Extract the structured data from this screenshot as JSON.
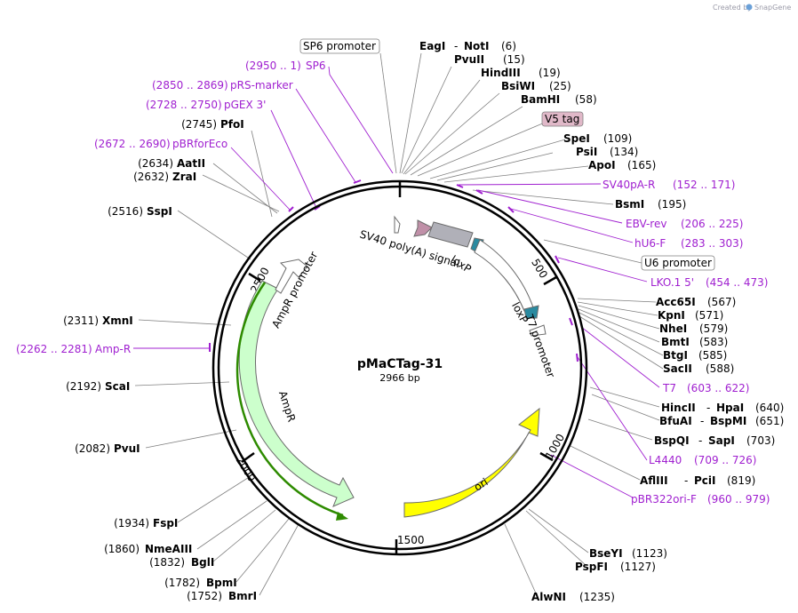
{
  "credit": "Created by",
  "brand": "SnapGene",
  "plasmid": {
    "name": "pMaCTag-31",
    "length_label": "2966 bp"
  },
  "tick_labels": [
    "500",
    "1000",
    "1500",
    "2000",
    "2500"
  ],
  "colors": {
    "primer": "#a020d0",
    "ampr": "#ccffcc",
    "ori": "#ffff00",
    "loxp": "#2a8aa0",
    "sv40": "#c090a8",
    "orf_line": "#2e8b00"
  },
  "features": {
    "sv40_polya": "SV40 poly(A) signal",
    "loxp_1": "loxP",
    "loxp_2": "loxP",
    "t7_promoter": "T7 promoter",
    "ampr_promoter": "AmpR promoter",
    "ampr": "AmpR",
    "ori": "ori"
  },
  "boxed": {
    "sp6_promoter": "SP6 promoter",
    "v5_tag": "V5 tag",
    "u6_promoter": "U6 promoter"
  },
  "right_sites": [
    {
      "name": "EagI",
      "name2": "NotI",
      "pos": "(6)"
    },
    {
      "name": "PvuII",
      "pos": "(15)"
    },
    {
      "name": "HindIII",
      "pos": "(19)"
    },
    {
      "name": "BsiWI",
      "pos": "(25)"
    },
    {
      "name": "BamHI",
      "pos": "(58)"
    },
    {
      "name": "SpeI",
      "pos": "(109)"
    },
    {
      "name": "PsiI",
      "pos": "(134)"
    },
    {
      "name": "ApoI",
      "pos": "(165)"
    },
    {
      "name": "BsmI",
      "pos": "(195)"
    },
    {
      "name": "Acc65I",
      "pos": "(567)"
    },
    {
      "name": "KpnI",
      "pos": "(571)"
    },
    {
      "name": "NheI",
      "pos": "(579)"
    },
    {
      "name": "BmtI",
      "pos": "(583)"
    },
    {
      "name": "BtgI",
      "pos": "(585)"
    },
    {
      "name": "SacII",
      "pos": "(588)"
    },
    {
      "name": "HincII",
      "name2": "HpaI",
      "pos": "(640)"
    },
    {
      "name": "BfuAI",
      "name2": "BspMI",
      "pos": "(651)"
    },
    {
      "name": "BspQI",
      "name2": "SapI",
      "pos": "(703)"
    },
    {
      "name": "AflIII",
      "name2": "PciI",
      "pos": "(819)"
    },
    {
      "name": "BseYI",
      "pos": "(1123)"
    },
    {
      "name": "PspFI",
      "pos": "(1127)"
    },
    {
      "name": "AlwNI",
      "pos": "(1235)"
    }
  ],
  "right_primers": [
    {
      "name": "SV40pA-R",
      "range": "(152 .. 171)"
    },
    {
      "name": "EBV-rev",
      "range": "(206 .. 225)"
    },
    {
      "name": "hU6-F",
      "range": "(283 .. 303)"
    },
    {
      "name": "LKO.1 5'",
      "range": "(454 .. 473)"
    },
    {
      "name": "T7",
      "range": "(603 .. 622)"
    },
    {
      "name": "L4440",
      "range": "(709 .. 726)"
    },
    {
      "name": "pBR322ori-F",
      "range": "(960 .. 979)"
    }
  ],
  "left_sites": [
    {
      "name": "PfoI",
      "pos": "(2745)"
    },
    {
      "name": "AatII",
      "pos": "(2634)"
    },
    {
      "name": "ZraI",
      "pos": "(2632)"
    },
    {
      "name": "SspI",
      "pos": "(2516)"
    },
    {
      "name": "XmnI",
      "pos": "(2311)"
    },
    {
      "name": "ScaI",
      "pos": "(2192)"
    },
    {
      "name": "PvuI",
      "pos": "(2082)"
    },
    {
      "name": "FspI",
      "pos": "(1934)"
    },
    {
      "name": "NmeAIII",
      "pos": "(1860)"
    },
    {
      "name": "BglI",
      "pos": "(1832)"
    },
    {
      "name": "BpmI",
      "pos": "(1782)"
    },
    {
      "name": "BmrI",
      "pos": "(1752)"
    }
  ],
  "left_primers": [
    {
      "name": "SP6",
      "range": "(2950 .. 1)"
    },
    {
      "name": "pRS-marker",
      "range": "(2850 .. 2869)"
    },
    {
      "name": "pGEX 3'",
      "range": "(2728 .. 2750)"
    },
    {
      "name": "pBRforEco",
      "range": "(2672 .. 2690)"
    },
    {
      "name": "Amp-R",
      "range": "(2262 .. 2281)"
    }
  ]
}
